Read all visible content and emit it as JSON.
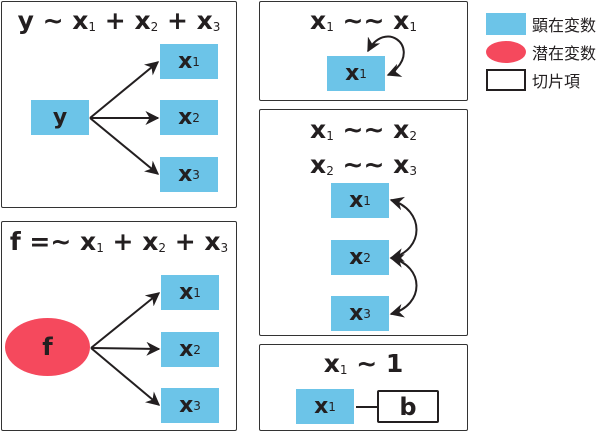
{
  "colors": {
    "observed": "#6cc4e8",
    "latent": "#f5495d",
    "line": "#231f20"
  },
  "panels": {
    "regression": {
      "lhs": "y",
      "op": "~",
      "rhs": [
        "x",
        "1",
        "x",
        "2",
        "x",
        "3"
      ],
      "node_y": "y",
      "nodes": [
        "x",
        "x",
        "x"
      ],
      "subs": [
        "1",
        "2",
        "3"
      ],
      "plus": "+"
    },
    "latent": {
      "lhs": "f",
      "op": "=~",
      "node_f": "f",
      "nodes": [
        "x",
        "x",
        "x"
      ],
      "subs": [
        "1",
        "2",
        "3"
      ],
      "plus": "+"
    },
    "variance": {
      "var": "x",
      "sub": "1",
      "op": "~~"
    },
    "covariance": {
      "line1": {
        "a": "x",
        "as": "1",
        "b": "x",
        "bs": "2"
      },
      "line2": {
        "a": "x",
        "as": "2",
        "b": "x",
        "bs": "3"
      },
      "op": "~~",
      "nodes": [
        "x",
        "x",
        "x"
      ],
      "subs": [
        "1",
        "2",
        "3"
      ]
    },
    "intercept": {
      "var": "x",
      "sub": "1",
      "op": "~",
      "rhs": "1",
      "term": "b"
    }
  },
  "legend": [
    {
      "label": "顕在変数",
      "kind": "observed"
    },
    {
      "label": "潜在変数",
      "kind": "latent"
    },
    {
      "label": "切片項",
      "kind": "intercept"
    }
  ]
}
